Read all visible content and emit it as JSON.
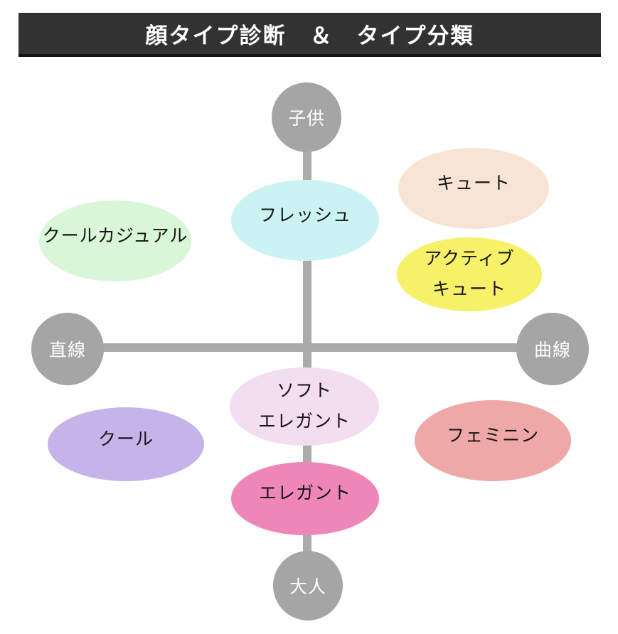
{
  "header": {
    "title": "顔タイプ診断　＆　タイプ分類",
    "bg": "#323232",
    "text_color": "#ffffff"
  },
  "axes": {
    "line_color": "#aaaaaa",
    "node_color": "#a5a5a5",
    "nodes": [
      {
        "id": "child",
        "label": "子供",
        "position": "top"
      },
      {
        "id": "straight",
        "label": "直線",
        "position": "left"
      },
      {
        "id": "curve",
        "label": "曲線",
        "position": "right"
      },
      {
        "id": "adult",
        "label": "大人",
        "position": "bottom"
      }
    ]
  },
  "types": [
    {
      "id": "fresh",
      "label": "フレッシュ",
      "lines": [
        "フレッシュ"
      ],
      "color": "#ccf3f3"
    },
    {
      "id": "cute",
      "label": "キュート",
      "lines": [
        "キュート"
      ],
      "color": "#f8e4d4"
    },
    {
      "id": "cool-casual",
      "label": "クールカジュアル",
      "lines": [
        "クールカジュアル"
      ],
      "color": "#d9f6d9"
    },
    {
      "id": "active-cute",
      "label": "アクティブキュート",
      "lines": [
        "アクティブ",
        "キュート"
      ],
      "color": "#f6f168"
    },
    {
      "id": "soft-elegant",
      "label": "ソフトエレガント",
      "lines": [
        "ソフト",
        "エレガント"
      ],
      "color": "#f3ddf0"
    },
    {
      "id": "cool",
      "label": "クール",
      "lines": [
        "クール"
      ],
      "color": "#c6b3e9"
    },
    {
      "id": "feminine",
      "label": "フェミニン",
      "lines": [
        "フェミニン"
      ],
      "color": "#efa8a8"
    },
    {
      "id": "elegant",
      "label": "エレガント",
      "lines": [
        "エレガント"
      ],
      "color": "#ee87b7"
    }
  ]
}
